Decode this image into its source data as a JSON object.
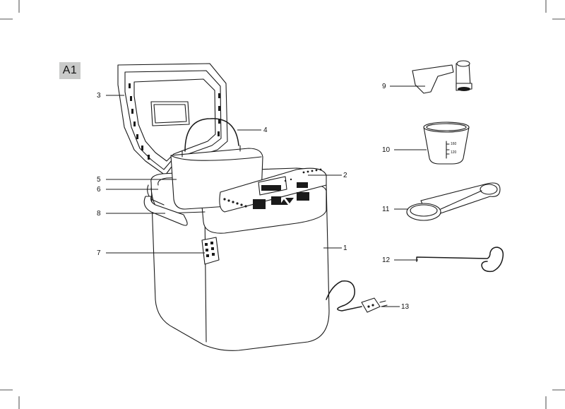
{
  "figure_id": "A1",
  "callouts": [
    "1",
    "2",
    "3",
    "4",
    "5",
    "6",
    "7",
    "8",
    "9",
    "10",
    "11",
    "12",
    "13"
  ],
  "cup_scale": [
    "160",
    "120"
  ]
}
